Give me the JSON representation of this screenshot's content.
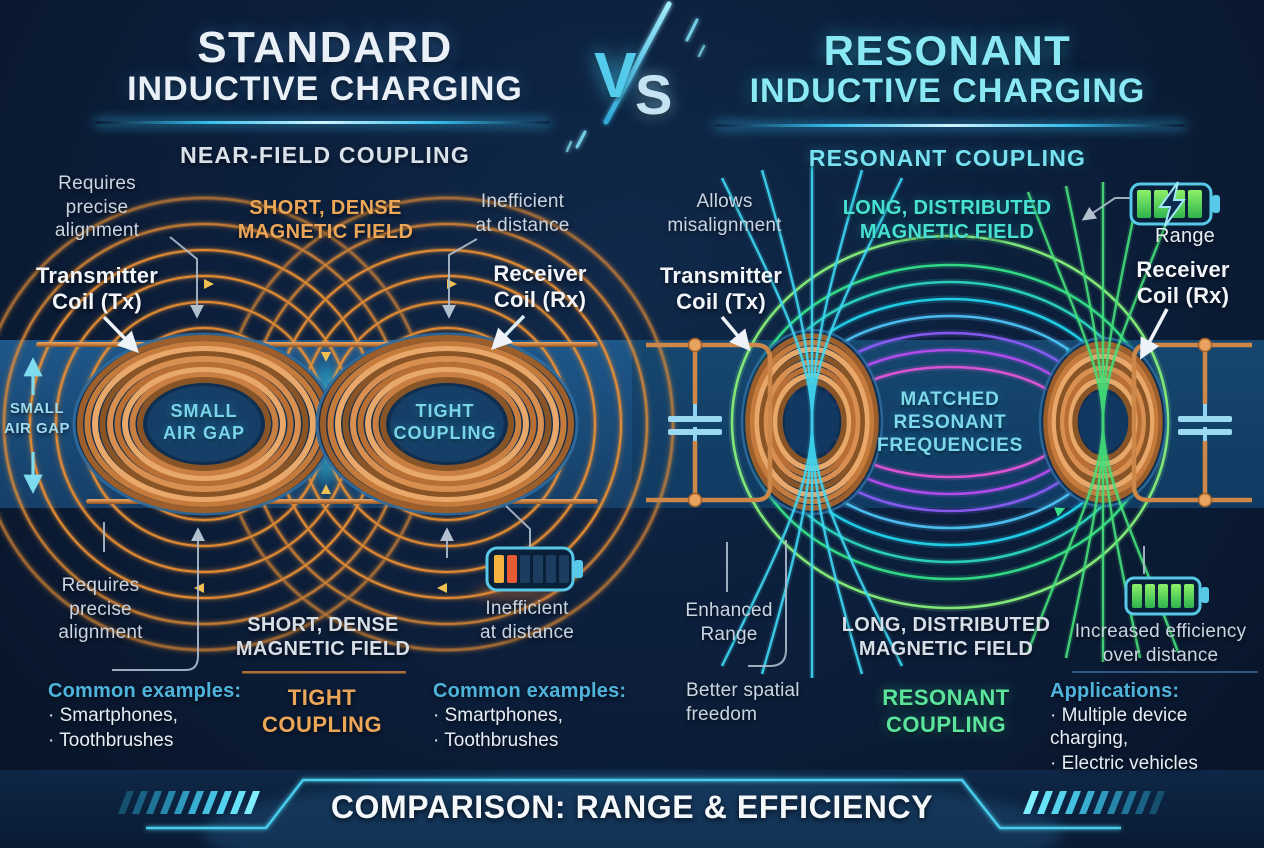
{
  "colors": {
    "background": "#0c1f3c",
    "panel_band_left": "#1e578a",
    "panel_band_right": "#16476f",
    "copper": "#c97f41",
    "accent_cyan": "#4fd0ee",
    "accent_orange": "#eca658",
    "accent_teal": "#49e0d4",
    "accent_green": "#5be49b",
    "label_gray": "#c9d5e1",
    "title_white": "#eaf0f7",
    "title_cyan": "#8be9f6"
  },
  "header": {
    "left_title_line1": "STANDARD",
    "left_title_line2": "INDUCTIVE CHARGING",
    "left_subtitle": "NEAR-FIELD COUPLING",
    "vs_v": "V",
    "vs_s": "S",
    "right_title_line1": "RESONANT",
    "right_title_line2": "INDUCTIVE CHARGING",
    "right_subtitle": "RESONANT COUPLING"
  },
  "left": {
    "callout_alignment_top": "Requires\nprecise\nalignment",
    "field_label_top": "SHORT, DENSE\nMAGNETIC FIELD",
    "callout_inefficient_top": "Inefficient\nat distance",
    "transmitter_label": "Transmitter\nCoil (Tx)",
    "receiver_label": "Receiver\nCoil (Rx)",
    "air_gap_side_label": "SMALL\nAIR GAP",
    "air_gap_coil_label": "SMALL\nAIR GAP",
    "tight_coupling_coil_label": "TIGHT\nCOUPLING",
    "callout_alignment_bottom": "Requires\nprecise\nalignment",
    "field_label_bottom": "SHORT, DENSE\nMAGNETIC FIELD",
    "tight_coupling_bottom_label": "TIGHT\nCOUPLING",
    "callout_inefficient_bottom": "Inefficient\nat distance",
    "examples_title": "Common examples:",
    "examples_items": [
      "· Smartphones,",
      "· Toothbrushes"
    ],
    "examples2_title": "Common examples:",
    "examples2_items": [
      "· Smartphones,",
      "· Toothbrushes"
    ]
  },
  "right": {
    "callout_misalignment": "Allows\nmisalignment",
    "field_label_top": "LONG, DISTRIBUTED\nMAGNETIC FIELD",
    "range_label": "Range",
    "transmitter_label": "Transmitter\nCoil (Tx)",
    "receiver_label": "Receiver\nCoil (Rx)",
    "matched_label": "MATCHED\nRESONANT\nFREQUENCIES",
    "enhanced_range_label": "Enhanced\nRange",
    "spatial_freedom_label": "Better spatial\nfreedom",
    "field_label_bottom": "LONG, DISTRIBUTED\nMAGNETIC FIELD",
    "resonant_coupling_label": "RESONANT\nCOUPLING",
    "efficiency_label": "Increased efficiency\nover distance",
    "applications_title": "Applications:",
    "applications_items": [
      "· Multiple device charging,",
      "· Electric vehicles"
    ]
  },
  "footer": {
    "banner_title": "COMPARISON: RANGE & EFFICIENCY"
  }
}
